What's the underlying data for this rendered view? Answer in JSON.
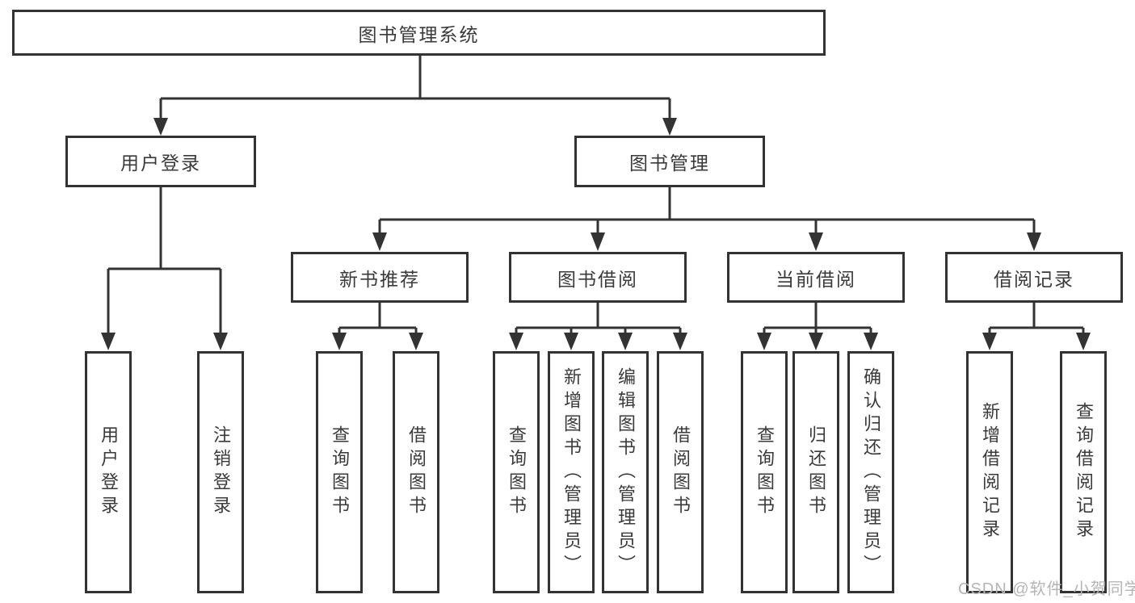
{
  "diagram": {
    "root": {
      "label": "图书管理系统"
    },
    "branches": [
      {
        "label": "用户登录",
        "children": [
          {
            "label": "用户登录"
          },
          {
            "label": "注销登录"
          }
        ]
      },
      {
        "label": "图书管理",
        "children": [
          {
            "label": "新书推荐",
            "children": [
              {
                "label": "查询图书"
              },
              {
                "label": "借阅图书"
              }
            ]
          },
          {
            "label": "图书借阅",
            "children": [
              {
                "label": "查询图书"
              },
              {
                "label": "新增图书（管理员）"
              },
              {
                "label": "编辑图书（管理员）"
              },
              {
                "label": "借阅图书"
              }
            ]
          },
          {
            "label": "当前借阅",
            "children": [
              {
                "label": "查询图书"
              },
              {
                "label": "归还图书"
              },
              {
                "label": "确认归还（管理员）"
              }
            ]
          },
          {
            "label": "借阅记录",
            "children": [
              {
                "label": "新增借阅记录"
              },
              {
                "label": "查询借阅记录"
              }
            ]
          }
        ]
      }
    ]
  },
  "watermark": {
    "text": "CSDN @软件_小贺同学"
  },
  "colors": {
    "line": "#333333",
    "border": "#333333",
    "text": "#3a3a3a",
    "watermark": "#b5b5b5",
    "background": "#ffffff"
  }
}
